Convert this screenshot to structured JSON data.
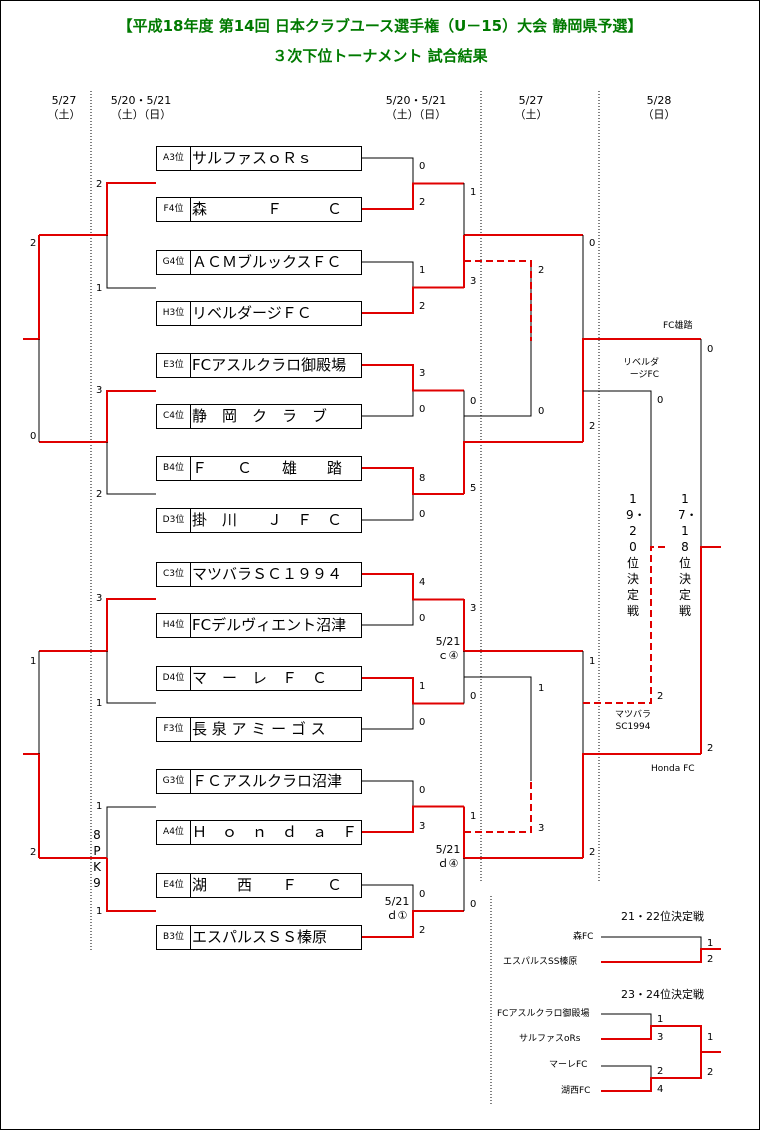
{
  "title": {
    "line1": "【平成18年度 第14回 日本クラブユース選手権（U－15）大会 静岡県予選】",
    "line2": "３次下位トーナメント 試合結果"
  },
  "dates": {
    "d527a": [
      "5/27",
      "（土）"
    ],
    "d520a": [
      "5/20・5/21",
      "（土）（日）"
    ],
    "d520b": [
      "5/20・5/21",
      "（土）（日）"
    ],
    "d527b": [
      "5/27",
      "（土）"
    ],
    "d528": [
      "5/28",
      "（日）"
    ]
  },
  "teams": [
    {
      "seed": "A3位",
      "name": "サルファスｏＲｓ"
    },
    {
      "seed": "F4位",
      "name": "森　　　　Ｆ　　　Ｃ"
    },
    {
      "seed": "G4位",
      "name": "ＡＣＭブルックスＦＣ"
    },
    {
      "seed": "H3位",
      "name": "リベルダージＦＣ"
    },
    {
      "seed": "E3位",
      "name": "FCアスルクラロ御殿場"
    },
    {
      "seed": "C4位",
      "name": "静　岡　ク　ラ　ブ"
    },
    {
      "seed": "B4位",
      "name": "Ｆ　　Ｃ　　雄　　踏"
    },
    {
      "seed": "D3位",
      "name": "掛　川　　Ｊ　Ｆ　Ｃ"
    },
    {
      "seed": "C3位",
      "name": "マツバラＳＣ１９９４"
    },
    {
      "seed": "H4位",
      "name": "FCデルヴィエント沼津"
    },
    {
      "seed": "D4位",
      "name": "マ　ー　レ　Ｆ　Ｃ"
    },
    {
      "seed": "F3位",
      "name": "長 泉 ア ミ ー ゴ ス"
    },
    {
      "seed": "G3位",
      "name": "ＦＣアスルクラロ沼津"
    },
    {
      "seed": "A4位",
      "name": "Ｈ　ｏ　ｎ　ｄ　ａ　Ｆ　Ｃ"
    },
    {
      "seed": "E4位",
      "name": "湖　　西　　Ｆ　　Ｃ"
    },
    {
      "seed": "B3位",
      "name": "エスパルスＳＳ榛原"
    }
  ],
  "scores": {
    "r1": [
      "0",
      "2",
      "1",
      "2",
      "3",
      "0",
      "8",
      "0",
      "4",
      "0",
      "1",
      "0",
      "0",
      "3",
      "0",
      "2"
    ],
    "r2": [
      "1",
      "3",
      "0",
      "5",
      "3",
      "0",
      "1",
      "0"
    ],
    "r2b": [
      "2",
      "0",
      "1",
      "3"
    ],
    "left_r1": [
      "2",
      "1",
      "3",
      "2",
      "3",
      "1",
      "1",
      "1"
    ],
    "left_r2": [
      "2",
      "0",
      "1",
      "2"
    ],
    "qf": [
      "0",
      "2",
      "1",
      "2"
    ],
    "sf_l": [
      "0",
      "2"
    ],
    "sf_r": [
      "0",
      "2"
    ]
  },
  "pk_note": "8PK9",
  "match_labels": {
    "c4": [
      "5/21",
      "ｃ④"
    ],
    "d4": [
      "5/21",
      "ｄ④"
    ],
    "d1": [
      "5/21",
      "ｄ①"
    ]
  },
  "labels": {
    "fc_yuto": "FC雄踏",
    "riberu": "リベルダ\nージFC",
    "matsubara": "マツバラ\nSC1994",
    "honda": "Honda FC",
    "p19_20": "19・20位決定戦",
    "p17_18": "17・18位決定戦"
  },
  "placement": {
    "p21_title": "21・22位決定戦",
    "p21_teams": [
      "森FC",
      "エスパルスSS榛原"
    ],
    "p21_scores": [
      "1",
      "2"
    ],
    "p23_title": "23・24位決定戦",
    "p23_teams": [
      "FCアスルクラロ御殿場",
      "サルファスoRs",
      "マーレFC",
      "湖西FC"
    ],
    "p23_scores": [
      "1",
      "3",
      "1",
      "2",
      "4",
      "2"
    ]
  },
  "colors": {
    "title": "#007a00",
    "winner_line": "#e00000",
    "line": "#000000"
  }
}
